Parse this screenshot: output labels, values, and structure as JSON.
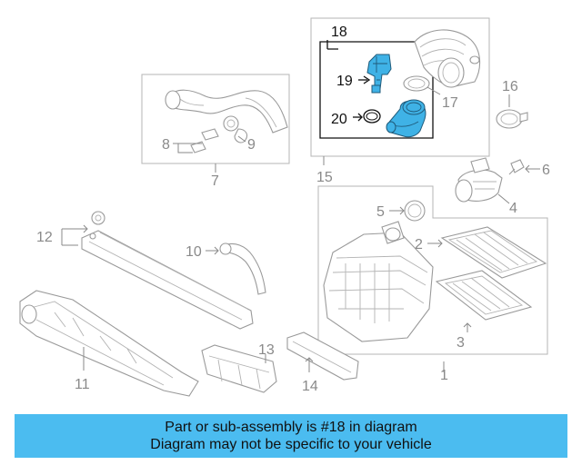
{
  "colors": {
    "highlight": "#3fb2e6",
    "banner": "#4bbcf0",
    "line": "#9a9a9a",
    "label": "#8a8a8a"
  },
  "callouts": {
    "c1": "1",
    "c2": "2",
    "c3": "3",
    "c4": "4",
    "c5": "5",
    "c6": "6",
    "c7": "7",
    "c8": "8",
    "c9": "9",
    "c10": "10",
    "c11": "11",
    "c12": "12",
    "c13": "13",
    "c14": "14",
    "c15": "15",
    "c16": "16",
    "c17": "17",
    "c18": "18",
    "c19": "19",
    "c20": "20"
  },
  "banner": {
    "line1": "Part or sub-assembly is #18 in diagram",
    "line2": "Diagram may not be specific to your vehicle"
  }
}
